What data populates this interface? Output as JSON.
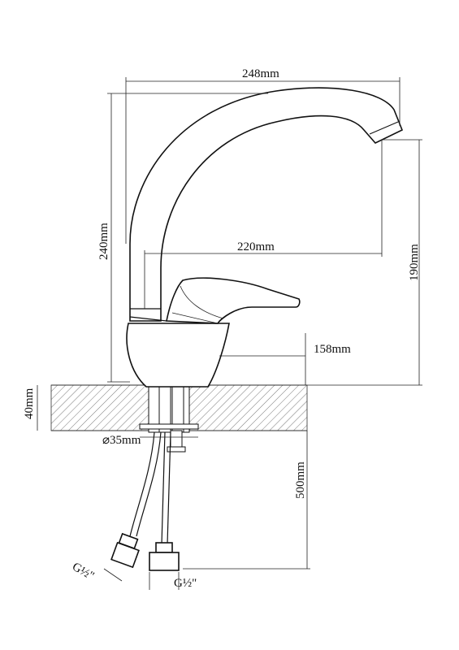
{
  "dimensions": {
    "width_total": "248mm",
    "height_total": "240mm",
    "reach": "220mm",
    "spout_height": "190mm",
    "body_height": "158mm",
    "counter_thickness": "40mm",
    "hole_diameter": "⌀35mm",
    "hose_length": "500mm",
    "thread_left": "G½\"",
    "thread_right": "G½\""
  }
}
